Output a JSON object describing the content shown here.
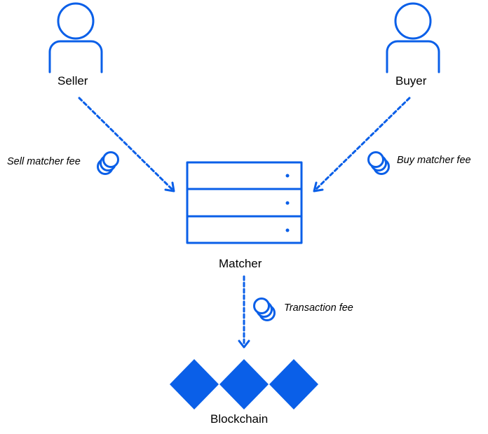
{
  "colors": {
    "accent": "#0A5FE8",
    "text": "#000000",
    "background": "#FFFFFF"
  },
  "nodes": {
    "seller": {
      "label": "Seller",
      "icon": "person-icon"
    },
    "buyer": {
      "label": "Buyer",
      "icon": "person-icon"
    },
    "matcher": {
      "label": "Matcher",
      "icon": "server-icon"
    },
    "blockchain": {
      "label": "Blockchain",
      "icon": "blockchain-diamonds-icon"
    }
  },
  "fees": {
    "sell_matcher_fee": "Sell matcher fee",
    "buy_matcher_fee": "Buy matcher fee",
    "transaction_fee": "Transaction fee"
  },
  "edges": [
    {
      "from": "seller",
      "to": "matcher",
      "style": "dashed-arrow"
    },
    {
      "from": "buyer",
      "to": "matcher",
      "style": "dashed-arrow"
    },
    {
      "from": "matcher",
      "to": "blockchain",
      "style": "dashed-arrow"
    }
  ]
}
